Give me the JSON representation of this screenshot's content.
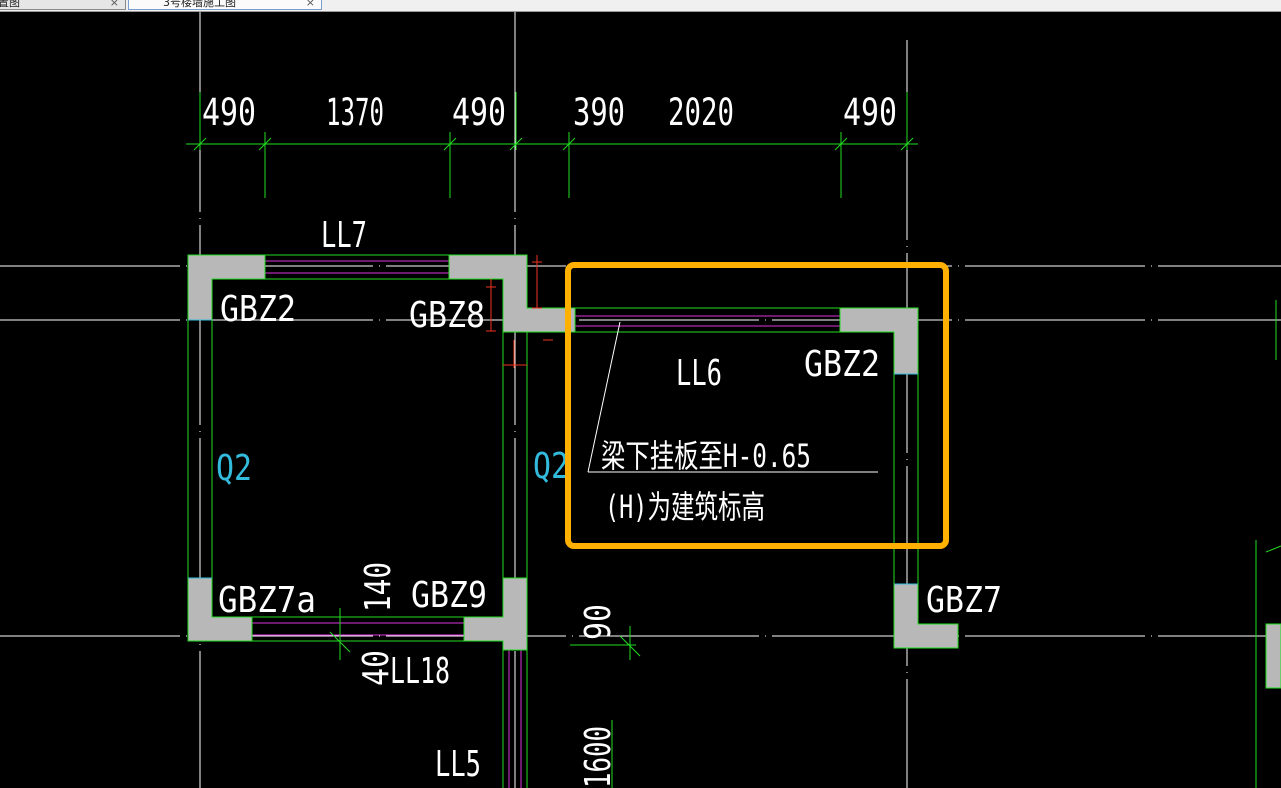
{
  "tabs": [
    {
      "label": "结构布置图",
      "close": "×"
    },
    {
      "label": "3号楼墙施工图",
      "close": "×"
    }
  ],
  "dimensions": {
    "top": [
      "490",
      "1370",
      "490",
      "390",
      "2020",
      "490"
    ],
    "side": [
      "140",
      "40",
      "90",
      "1600"
    ]
  },
  "labels": {
    "ll7": "LL7",
    "ll6": "LL6",
    "ll5": "LL5",
    "ll18": "LL18",
    "gbz2_left": "GBZ2",
    "gbz8": "GBZ8",
    "gbz2_right": "GBZ2",
    "gbz7a": "GBZ7a",
    "gbz9": "GBZ9",
    "gbz7": "GBZ7",
    "q2_left": "Q2",
    "q2_right": "Q2"
  },
  "annotation": {
    "line1": "梁下挂板至H-0.65",
    "line2": "(H)为建筑标高"
  },
  "colors": {
    "background": "#000000",
    "dimension_lines": "#22dd22",
    "axis_lines": "#ffffff",
    "beam_lines": "#dd33dd",
    "column_fill": "#b8b8b8",
    "wall_label": "#33bbdd",
    "highlight_box": "#ffb000",
    "small_dims": "#ee3322"
  }
}
